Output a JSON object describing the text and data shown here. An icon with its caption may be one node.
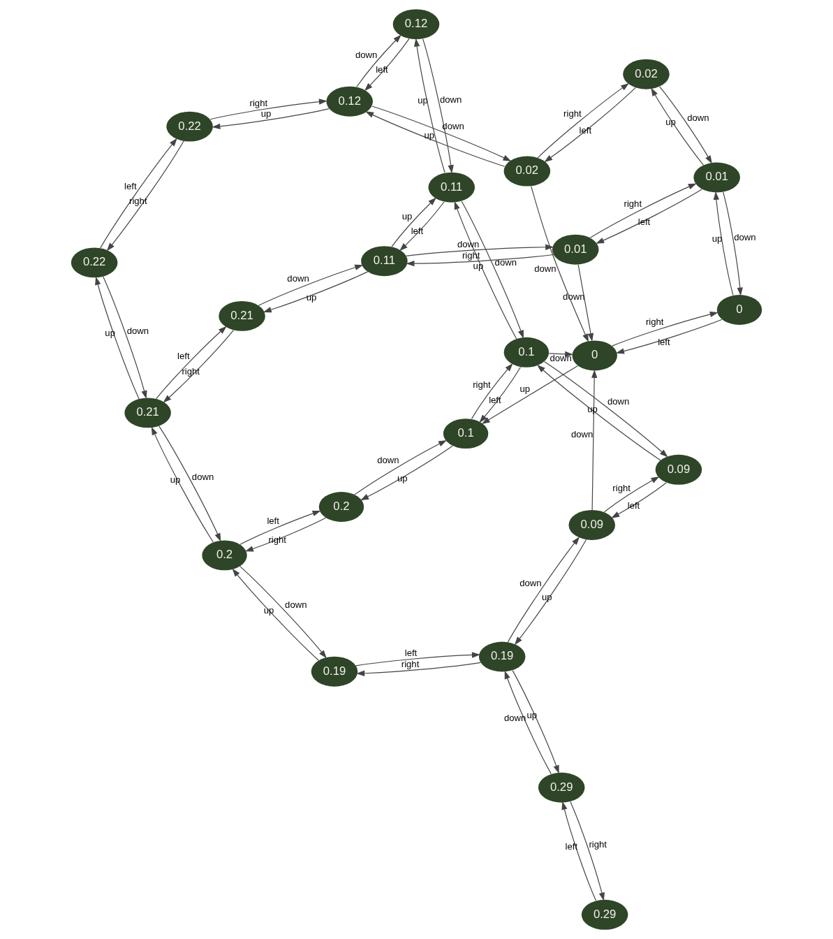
{
  "diagram": {
    "nodes": [
      {
        "text": [
          "0.29"
        ]
      },
      {
        "text": [
          "0.29"
        ]
      },
      {
        "text": [
          "0.19"
        ]
      },
      {
        "text": [
          "0.2"
        ]
      },
      {
        "text": [
          "0.19"
        ]
      },
      {
        "text": [
          "0.21"
        ]
      },
      {
        "text": [
          "0.2"
        ]
      },
      {
        "text": [
          "0.09"
        ]
      },
      {
        "text": [
          "0.1"
        ]
      },
      {
        "text": [
          "0.21"
        ]
      },
      {
        "text": [
          "0.09"
        ]
      },
      {
        "text": [
          "0.22"
        ]
      },
      {
        "text": [
          "0.1"
        ]
      },
      {
        "text": [
          "0.11"
        ]
      },
      {
        "text": [
          "0"
        ]
      },
      {
        "text": [
          "0.11"
        ]
      },
      {
        "text": [
          "0.01"
        ]
      },
      {
        "text": [
          "0.22"
        ]
      },
      {
        "text": [
          "0"
        ]
      },
      {
        "text": [
          "0.12"
        ]
      },
      {
        "text": [
          "0.02"
        ]
      },
      {
        "text": [
          "0.12"
        ]
      },
      {
        "text": [
          "0.01"
        ]
      },
      {
        "text": [
          "0.02"
        ]
      }
    ],
    "edges": [
      {
        "from": 1,
        "to": 0,
        "arrow": "to",
        "label": "right"
      },
      {
        "from": 0,
        "to": 1,
        "arrow": "to",
        "label": "left"
      },
      {
        "from": 4,
        "to": 1,
        "arrow": "to",
        "label": "up"
      },
      {
        "from": 1,
        "to": 4,
        "arrow": "to",
        "label": "down"
      },
      {
        "from": 3,
        "to": 2,
        "arrow": "to",
        "label": "down"
      },
      {
        "from": 2,
        "to": 3,
        "arrow": "to",
        "label": "up"
      },
      {
        "from": 4,
        "to": 2,
        "arrow": "to",
        "label": "right"
      },
      {
        "from": 2,
        "to": 4,
        "arrow": "to",
        "label": "left"
      },
      {
        "from": 5,
        "to": 3,
        "arrow": "to",
        "label": "down"
      },
      {
        "from": 3,
        "to": 5,
        "arrow": "to",
        "label": "up"
      },
      {
        "from": 6,
        "to": 3,
        "arrow": "to",
        "label": "right"
      },
      {
        "from": 3,
        "to": 6,
        "arrow": "to",
        "label": "left"
      },
      {
        "from": 7,
        "to": 4,
        "arrow": "to",
        "label": "up"
      },
      {
        "from": 4,
        "to": 7,
        "arrow": "to",
        "label": "down"
      },
      {
        "from": 11,
        "to": 5,
        "arrow": "to",
        "label": "down"
      },
      {
        "from": 5,
        "to": 11,
        "arrow": "to",
        "label": "up"
      },
      {
        "from": 9,
        "to": 5,
        "arrow": "to",
        "label": "right"
      },
      {
        "from": 5,
        "to": 9,
        "arrow": "to",
        "label": "left"
      },
      {
        "from": 8,
        "to": 6,
        "arrow": "to",
        "label": "up"
      },
      {
        "from": 6,
        "to": 8,
        "arrow": "to",
        "label": "down"
      },
      {
        "from": 7,
        "to": 10,
        "arrow": "to",
        "label": "right"
      },
      {
        "from": 10,
        "to": 7,
        "arrow": "to",
        "label": "left"
      },
      {
        "from": 7,
        "to": 14,
        "arrow": "to",
        "label": "down"
      },
      {
        "from": 8,
        "to": 12,
        "arrow": "to",
        "label": "right"
      },
      {
        "from": 12,
        "to": 8,
        "arrow": "to",
        "label": "left"
      },
      {
        "from": 14,
        "to": 8,
        "arrow": "to",
        "label": "up"
      },
      {
        "from": 12,
        "to": 14,
        "arrow": "to",
        "label": "down"
      },
      {
        "from": 12,
        "to": 10,
        "arrow": "to",
        "label": "down"
      },
      {
        "from": 10,
        "to": 12,
        "arrow": "to",
        "label": "up"
      },
      {
        "from": 15,
        "to": 12,
        "arrow": "to",
        "label": "down"
      },
      {
        "from": 12,
        "to": 15,
        "arrow": "to",
        "label": "up"
      },
      {
        "from": 13,
        "to": 9,
        "arrow": "to",
        "label": "up"
      },
      {
        "from": 9,
        "to": 13,
        "arrow": "to",
        "label": "down"
      },
      {
        "from": 16,
        "to": 13,
        "arrow": "to",
        "label": "right"
      },
      {
        "from": 13,
        "to": 16,
        "arrow": "to",
        "label": "down"
      },
      {
        "from": 15,
        "to": 13,
        "arrow": "to",
        "label": "left"
      },
      {
        "from": 13,
        "to": 15,
        "arrow": "to",
        "label": "up"
      },
      {
        "from": 18,
        "to": 14,
        "arrow": "to",
        "label": "left"
      },
      {
        "from": 14,
        "to": 18,
        "arrow": "to",
        "label": "right"
      },
      {
        "from": 16,
        "to": 14,
        "arrow": "to",
        "label": "down"
      },
      {
        "from": 20,
        "to": 14,
        "arrow": "to",
        "label": "down"
      },
      {
        "from": 22,
        "to": 16,
        "arrow": "to",
        "label": "left"
      },
      {
        "from": 16,
        "to": 22,
        "arrow": "to",
        "label": "right"
      },
      {
        "from": 22,
        "to": 18,
        "arrow": "to",
        "label": "down"
      },
      {
        "from": 18,
        "to": 22,
        "arrow": "to",
        "label": "up"
      },
      {
        "from": 17,
        "to": 11,
        "arrow": "to",
        "label": "right"
      },
      {
        "from": 11,
        "to": 17,
        "arrow": "to",
        "label": "left"
      },
      {
        "from": 19,
        "to": 15,
        "arrow": "to",
        "label": "down"
      },
      {
        "from": 15,
        "to": 19,
        "arrow": "to",
        "label": "up"
      },
      {
        "from": 21,
        "to": 17,
        "arrow": "to",
        "label": "up"
      },
      {
        "from": 17,
        "to": 21,
        "arrow": "to",
        "label": "right"
      },
      {
        "from": 21,
        "to": 19,
        "arrow": "to",
        "label": "down"
      },
      {
        "from": 19,
        "to": 21,
        "arrow": "to",
        "label": "left"
      },
      {
        "from": 21,
        "to": 20,
        "arrow": "to",
        "label": "down"
      },
      {
        "from": 20,
        "to": 21,
        "arrow": "to",
        "label": "up"
      },
      {
        "from": 23,
        "to": 20,
        "arrow": "to",
        "label": "left"
      },
      {
        "from": 20,
        "to": 23,
        "arrow": "to",
        "label": "right"
      },
      {
        "from": 23,
        "to": 22,
        "arrow": "to",
        "label": "down"
      },
      {
        "from": 22,
        "to": 23,
        "arrow": "to",
        "label": "up"
      }
    ]
  }
}
